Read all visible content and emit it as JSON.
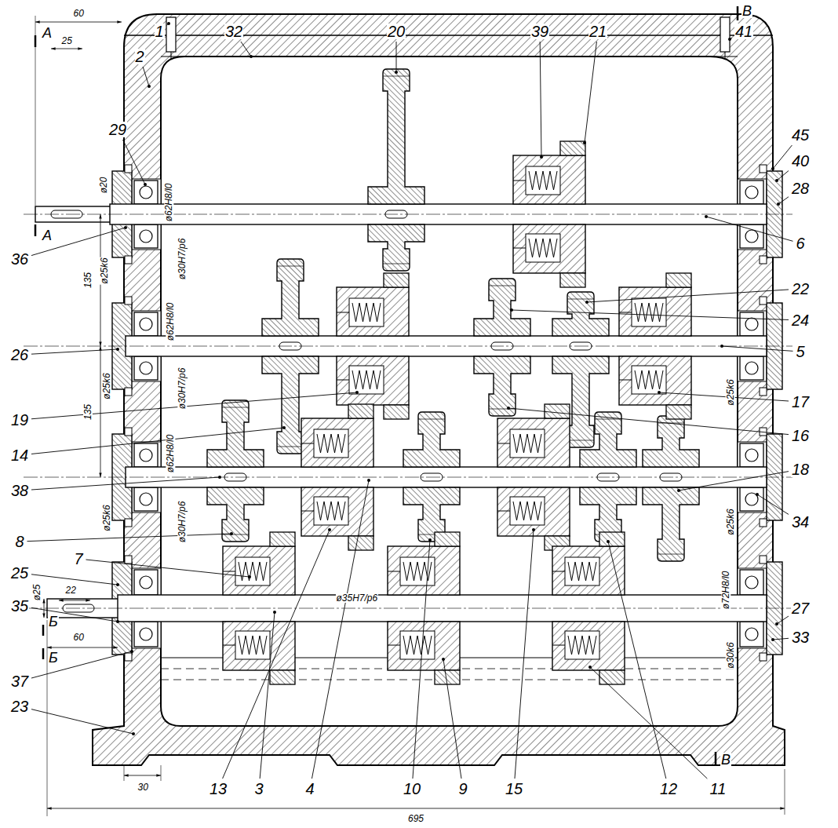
{
  "diagram": {
    "labels": [
      "1",
      "2",
      "32",
      "20",
      "39",
      "21",
      "41",
      "45",
      "40",
      "28",
      "6",
      "29",
      "36",
      "26",
      "22",
      "24",
      "5",
      "19",
      "17",
      "16",
      "14",
      "18",
      "38",
      "34",
      "8",
      "25",
      "7",
      "35",
      "27",
      "33",
      "37",
      "23",
      "13",
      "3",
      "4",
      "10",
      "9",
      "15",
      "12",
      "11",
      "А",
      "А",
      "Б",
      "Б",
      "В",
      "В",
      "60",
      "25",
      "ø20",
      "ø25k6",
      "ø62H8/l0",
      "ø30H7/p6",
      "135",
      "135",
      "ø62H8/l0",
      "ø25k6",
      "ø30H7/p6",
      "ø25k6",
      "ø62H8/l0",
      "ø25k6",
      "ø30H7/p6",
      "ø25k6",
      "ø25",
      "22",
      "60",
      "ø35H7/p6",
      "ø72H8/l0",
      "ø30k6",
      "30",
      "695"
    ]
  }
}
